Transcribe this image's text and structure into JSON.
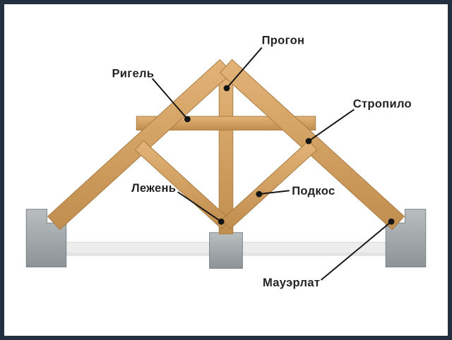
{
  "labels": {
    "progon": "Прогон",
    "rigel": "Ригель",
    "stropilo": "Стропило",
    "lezhen": "Лежень",
    "podkos": "Подкос",
    "mauerlat": "Мауэрлат"
  },
  "colors": {
    "background": "#ffffff",
    "border": "#22303f",
    "wood_light": "#e2b377",
    "wood_dark": "#c08e4e",
    "concrete_light": "#b9bec1",
    "concrete_dark": "#8d9396",
    "floor_beam": "#ededed",
    "leader_line": "#151515",
    "text": "#232323"
  }
}
